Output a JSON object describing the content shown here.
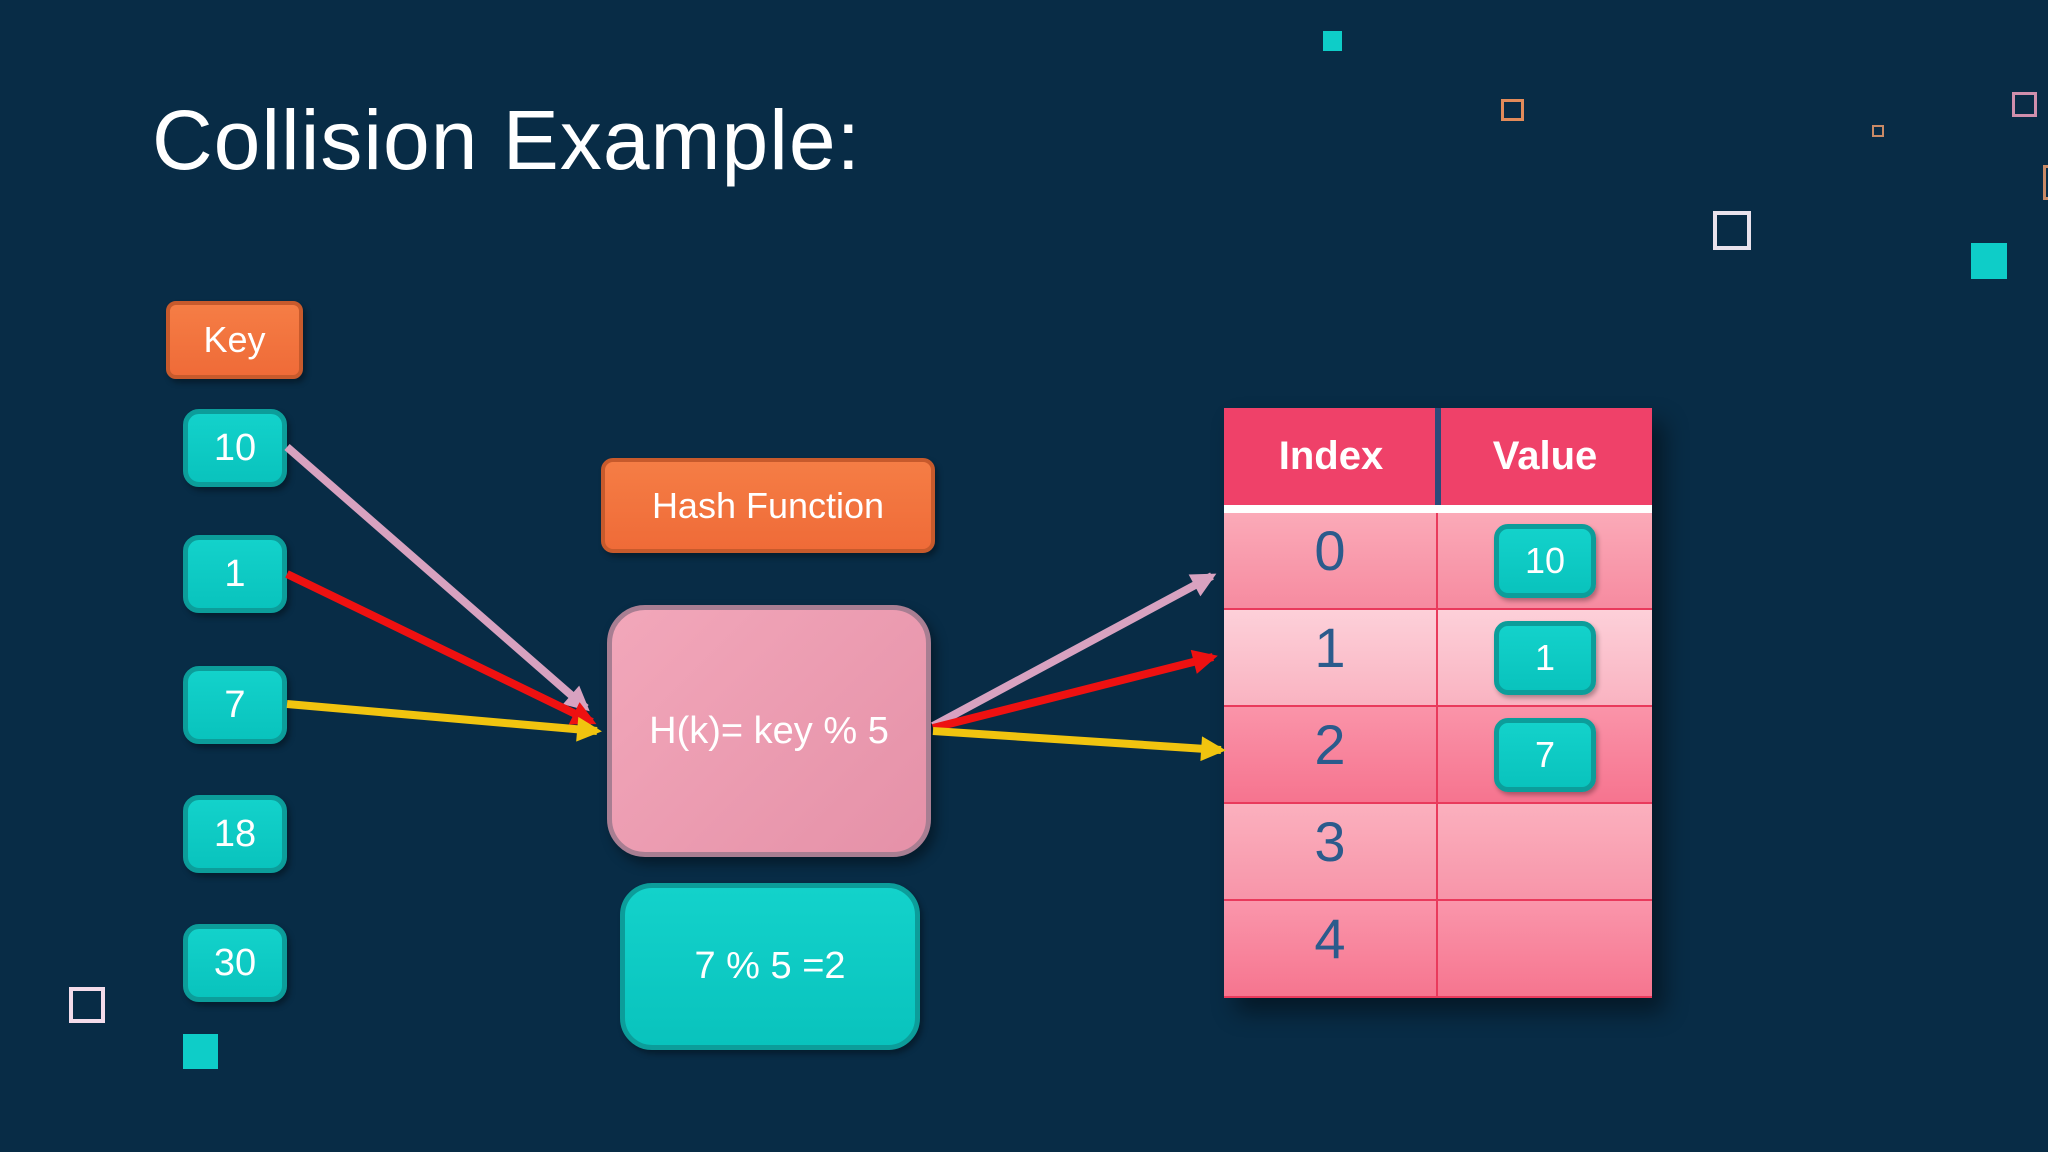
{
  "slide": {
    "title": "Collision Example:",
    "background_color": "#082c46"
  },
  "key_column": {
    "header_label": "Key",
    "keys": [
      "10",
      "1",
      "7",
      "18",
      "30"
    ]
  },
  "hash_function": {
    "title_label": "Hash Function",
    "formula": "H(k)= key % 5",
    "example_computation": "7 % 5 =2"
  },
  "hash_table": {
    "column_headers": [
      "Index",
      "Value"
    ],
    "rows": [
      {
        "index": "0",
        "value": "10"
      },
      {
        "index": "1",
        "value": "1"
      },
      {
        "index": "2",
        "value": "7"
      },
      {
        "index": "3",
        "value": ""
      },
      {
        "index": "4",
        "value": ""
      }
    ]
  },
  "arrows": {
    "key_to_hash": [
      {
        "from_key": "10",
        "color": "#d8a2c0"
      },
      {
        "from_key": "1",
        "color": "#ee1111"
      },
      {
        "from_key": "7",
        "color": "#f1c40f"
      }
    ],
    "hash_to_index": [
      {
        "to_index": "0",
        "color": "#d8a2c0"
      },
      {
        "to_index": "1",
        "color": "#ee1111"
      },
      {
        "to_index": "2",
        "color": "#f1c40f"
      }
    ]
  },
  "colors": {
    "background": "#082c46",
    "orange_fill": "#f3743f",
    "orange_border": "#c75a2c",
    "teal_fill": "#0ccfc8",
    "teal_border": "#0c9d9a",
    "pink_box_fill": "#ee9fb3",
    "pink_box_border": "#a87e92",
    "table_header": "#ef4169",
    "table_row_border": "#e93a5c",
    "index_text": "#2b5b8c",
    "arrow_pink": "#d8a2c0",
    "arrow_red": "#ee1111",
    "arrow_yellow": "#f1c40f"
  }
}
